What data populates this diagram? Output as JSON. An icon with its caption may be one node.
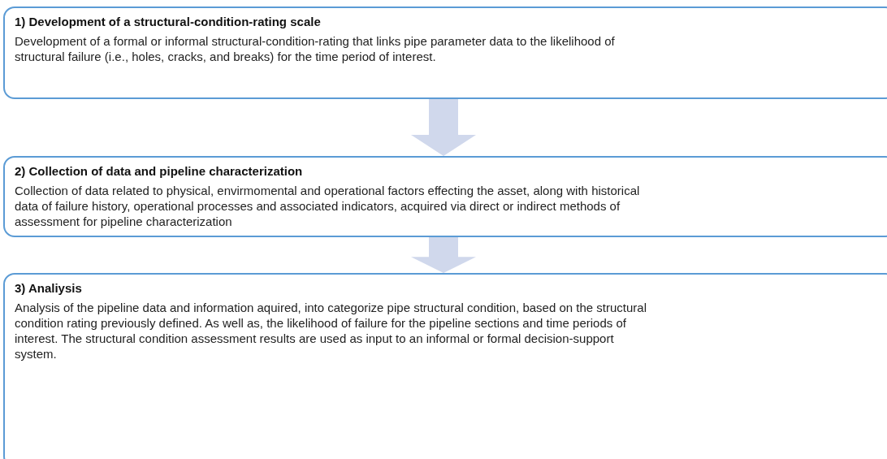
{
  "diagram": {
    "nodes": [
      {
        "text": [
          "1) Development of a structural-condition-rating scale",
          "Development of a formal or informal structural-condition-rating that links pipe parameter data to the likelihood of structural failure (i.e., holes, cracks, and breaks) for the time period of interest."
        ]
      },
      {
        "text": [
          "2) Collection of data and pipeline characterization",
          "Collection of data related to physical, envirmomental and operational factors effecting the asset, along with historical data of failure history, operational processes and associated indicators, acquired via direct or indirect methods of assessment for pipeline characterization"
        ]
      },
      {
        "text": [
          "3) Analiysis",
          "Analysis of the pipeline data and information aquired, into categorize pipe structural condition, based on the structural condition rating previously defined. As well as, the likelihood of failure for the pipeline sections and time periods of interest. The structural condition assessment results are used as input to an informal or formal decision-support system."
        ]
      }
    ],
    "edges": [
      {
        "from": 0,
        "to": 1,
        "arrow": "to"
      },
      {
        "from": 1,
        "to": 2,
        "arrow": "to"
      }
    ]
  }
}
